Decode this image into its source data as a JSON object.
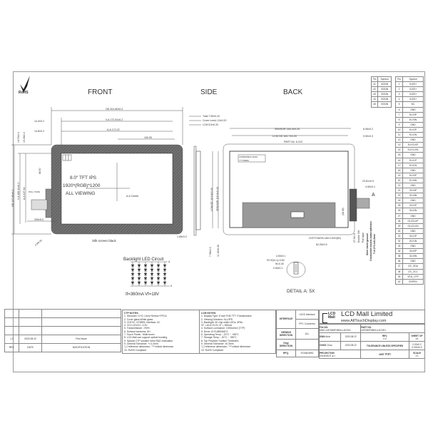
{
  "rohs": "RoHS",
  "views": {
    "front": "FRONT",
    "side": "SIDE",
    "back": "BACK"
  },
  "front": {
    "od_w": "OD 201.80±0.2",
    "va_w": "V.A 172.92±0.2",
    "aa_w": "A.A 172.22",
    "aa_offset": "100.90",
    "va_left": "14.4±0.2",
    "aa_left": "14.8±0.2",
    "od_h": "OD 137.80±0.2",
    "va_h": "V.A 108.34±0.2",
    "aa_h": "A.A 107.64",
    "top1": "14.73±0.2",
    "top2": "15.08±0.2",
    "aa_center_v": "68.90",
    "line1": "8.0\" TFT IPS",
    "line2": "1920*(RGB)*1200",
    "line3": "ALL VIEWING",
    "aa_center": "A.A Center",
    "pull_tape": "PULL TAPE",
    "fpc_len": "205±5.0",
    "corner": "4-R6.00",
    "silk": "Silk screen black"
  },
  "side": {
    "total": "Total 7.55±0.20",
    "cover": "Cover Lens1.10±0.20",
    "lcm": "LCM 5.5±0.20",
    "gap": "1.65±0.3",
    "d1": "7.98±0.3",
    "d2": "11.45±0.20"
  },
  "back": {
    "sensor_w": "SENSOR 184.4±0.20",
    "lcm_w": "LCM OD 181.7±0.20",
    "right1": "6.06±0.2",
    "right2": "9.50±0.3",
    "part": "PART No. & D/C",
    "label1": "LMT080FHB01U-DC001",
    "label2": "YYYYMMDD",
    "lcm_h": "LCM OD 119.8±0.20",
    "sensor_h": "SENSOR 115.0±0.20",
    "d_2845": "(28.45)",
    "cnt": "CNT:FH34SRJ-45S-0.5SH(50)",
    "d_8225": "82.25±0.5",
    "d_275": "27.5±0.5",
    "double": "Double SW",
    "pull": "Pull tape",
    "steel1": "Steel sheet ground",
    "steel2": "Conductive double-sided adhesive",
    "steel3": "T=0.2+0.1±0.2mm",
    "fpc_w": "23.81±0.5",
    "fpc_t": "4.50±0.1",
    "detail_mark": "A"
  },
  "detail": {
    "d1": "4.50±0.1",
    "d2": "P0.5*(N-1)=3.50",
    "d3": "W=0.30",
    "d4": "0.50±0.1",
    "title": "DETAIL A: 5X"
  },
  "backlight": {
    "title": "Backlight LED Circuit",
    "anode": "A",
    "cathode": "K",
    "spec": "If=360mA  Vf=18V"
  },
  "pins_a": {
    "header": [
      "Pin",
      "Symbol"
    ],
    "rows": [
      [
        "41",
        "VDDIN"
      ],
      [
        "42",
        "VDDIN"
      ],
      [
        "43",
        "VDDIN"
      ],
      [
        "44",
        "VDDIN"
      ],
      [
        "45",
        "VDDIN"
      ]
    ]
  },
  "pins_b": {
    "header": [
      "Pin",
      "Symbol"
    ],
    "rows": [
      [
        "1",
        "VLED+"
      ],
      [
        "2",
        "VLED+"
      ],
      [
        "3",
        "VLED+"
      ],
      [
        "4",
        "VLED+"
      ],
      [
        "5",
        "NC"
      ],
      [
        "6",
        "GND"
      ],
      [
        "7",
        "ELV3P"
      ],
      [
        "8",
        "ELV3N"
      ],
      [
        "9",
        "GND"
      ],
      [
        "10",
        "ELV2P"
      ],
      [
        "11",
        "ELV2N"
      ],
      [
        "12",
        "GND"
      ],
      [
        "13",
        "ELVCLKP"
      ],
      [
        "14",
        "ELVCLKN"
      ],
      [
        "15",
        "GND"
      ],
      [
        "16",
        "ELV1P"
      ],
      [
        "17",
        "ELV1N"
      ],
      [
        "18",
        "GND"
      ],
      [
        "19",
        "ELV0P"
      ],
      [
        "20",
        "ELV0N"
      ],
      [
        "21",
        "GND"
      ],
      [
        "22",
        "OLV3P"
      ],
      [
        "23",
        "OLV3N"
      ],
      [
        "24",
        "GND"
      ],
      [
        "25",
        "OLV2P"
      ],
      [
        "26",
        "OLV2N"
      ],
      [
        "27",
        "GND"
      ],
      [
        "28",
        "OLVCLKP"
      ],
      [
        "29",
        "OLVCLKN"
      ],
      [
        "30",
        "GND"
      ],
      [
        "31",
        "OLV1P"
      ],
      [
        "32",
        "OLV1N"
      ],
      [
        "33",
        "GND"
      ],
      [
        "34",
        "OLV0P"
      ],
      [
        "35",
        "OLV0N"
      ],
      [
        "36",
        "GND"
      ],
      [
        "37",
        "I2C_SDA"
      ],
      [
        "38",
        "I2C_SCL"
      ],
      [
        "39",
        "VDD_OTP"
      ],
      [
        "40",
        "EDPEN"
      ]
    ]
  },
  "revisions": {
    "rows": [
      {
        "rev": "1.0",
        "date": "2023.08.22",
        "mod": "First Issue"
      }
    ],
    "header": {
      "rev": "REV.",
      "date": "DATE",
      "mod": "MODIFICATION"
    }
  },
  "ctp_notes": [
    "CTP NOTES:",
    "1. Structure: G+G, Lens+Sensor+FPCA",
    "2. Cover glass:White glass",
    "3. CDF/IC: GT9895; Interface: IIC",
    "4. VCC=IOVCC:  3.3V",
    "5. Transmittance: >90%",
    "6. Surface hardness: 6H",
    "7. Touch Points : Multi-touch",
    "8. LCD Mall can support optical bonding.",
    "9. Special CTP solution need R&D evaluation.",
    "9. General Tolerance: +/-0.2mm",
    "   \"( )\"reference dimension. \"**\"critical dimension",
    "10. RoHS Compliant"
  ],
  "lcm_notes": [
    "LCM NOTES:",
    "1. Display Type: 8 inch FHD TFT /Transmissive",
    "2. Viewing Direction: ALL/IPS",
    "3. Backlight: 30 chip white LEDs, 6P6s",
    "      VF =16.8-19.2V; IF = 360mA",
    "4. Surface Luminance: 1000cd/m2 (TYP)",
    "5. Driver IC:FL8853AD*2",
    "6. Operating Temp.: -20°C ~ +65°C",
    "7. Storage Temp.: -30°C ~ +85°C",
    "8. Top Polarizer Surface Treatment",
    "9. General Tolerance: ±0.3mm",
    "   \"( )\"reference dimension. \"**\"critical dimension",
    "10. RoHS Compliant"
  ],
  "spec": {
    "interface": "INTERFACE",
    "lvds": "LVDS Interface",
    "fpc": "FPC Connector",
    "viewing": "VIEWING DIRECTION",
    "viewing_val": "ALL",
    "gray": "Gray DIRECTION",
    "gray_val": "",
    "rfq": "RFQ.",
    "rfq_val": "STANDARD"
  },
  "company": {
    "logo": "LCD Mall",
    "name": "LCD Mall Limited",
    "url": "www.AllTouchDisplay.com"
  },
  "titleblock": {
    "file_label": "File NO:",
    "file": "DWG-LMT080FHB01U-DC001",
    "part_label": "PART NO.",
    "part": "LMT080FHB01U-DC001",
    "dwn_label": "DWN",
    "dwn": "Alvin",
    "dwn_date": "2023.08.22",
    "rev_label": "REV.",
    "rev": "0.0",
    "sheet_label": "SHEET OF",
    "sheet": "1/1",
    "chkd_label": "CHKD",
    "chkd": "Chao",
    "chkd_date": "2023.08.22",
    "tol_label": "TOLERANCE UNLESS SPECIFIED",
    "tol1": "0.00±0.2",
    "tol2": "0.000±0.0",
    "proj_label": "PROJECTION",
    "proj": "3rd ANGLE",
    "unit_label": "UNIT",
    "unit": "mm",
    "scale_label": "SCALE",
    "scale": "1:1"
  },
  "colors": {
    "bezel": "#6b6b6b",
    "line": "#555555",
    "hatch": "#3a3a3a"
  }
}
